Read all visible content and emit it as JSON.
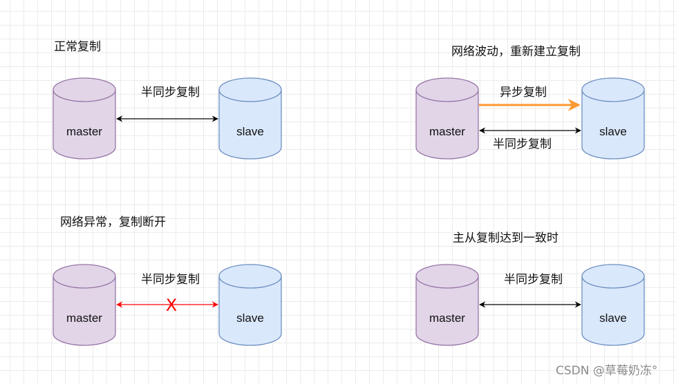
{
  "colors": {
    "master_fill": "#e1d5e7",
    "master_stroke": "#9673a6",
    "slave_fill": "#dae8fc",
    "slave_stroke": "#6c8ebf",
    "edge_black": "#000000",
    "edge_orange": "#ff9933",
    "edge_red": "#ff0000"
  },
  "panels": {
    "p1": {
      "title": "正常复制",
      "master": "master",
      "slave": "slave",
      "edge_label": "半同步复制"
    },
    "p2": {
      "title": "网络波动，重新建立复制",
      "master": "master",
      "slave": "slave",
      "edge_label_async": "异步复制",
      "edge_label_semi": "半同步复制"
    },
    "p3": {
      "title": "网络异常，复制断开",
      "master": "master",
      "slave": "slave",
      "edge_label": "半同步复制",
      "break_mark": "X"
    },
    "p4": {
      "title": "主从复制达到一致时",
      "master": "master",
      "slave": "slave",
      "edge_label": "半同步复制"
    }
  },
  "watermark": "CSDN @草莓奶冻°"
}
